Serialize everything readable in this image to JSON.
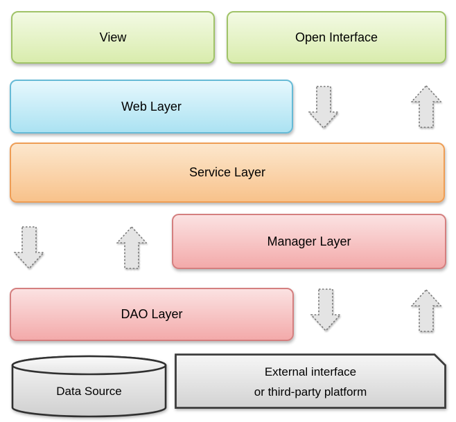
{
  "diagram_type": "layered-architecture-diagram",
  "nodes": {
    "view": {
      "label": "View"
    },
    "open_interface": {
      "label": "Open Interface"
    },
    "web_layer": {
      "label": "Web Layer"
    },
    "service_layer": {
      "label": "Service Layer"
    },
    "manager_layer": {
      "label": "Manager Layer"
    },
    "dao_layer": {
      "label": "DAO Layer"
    },
    "data_source": {
      "label": "Data Source"
    },
    "external_interface": {
      "line1": "External interface",
      "line2": "or third-party platform"
    }
  },
  "arrows": [
    {
      "icon": "down-arrow-icon",
      "location": "right-upper"
    },
    {
      "icon": "up-arrow-icon",
      "location": "right-upper"
    },
    {
      "icon": "down-arrow-icon",
      "location": "left-middle"
    },
    {
      "icon": "up-arrow-icon",
      "location": "left-middle"
    },
    {
      "icon": "down-arrow-icon",
      "location": "right-lower"
    },
    {
      "icon": "up-arrow-icon",
      "location": "right-lower"
    }
  ],
  "colors": {
    "green_top": "#f3fae4",
    "green_bottom": "#d9ecad",
    "green_border": "#a0c368",
    "blue_top": "#e6f8fd",
    "blue_bottom": "#abe2f2",
    "blue_border": "#66bad6",
    "orange_top": "#fce7cd",
    "orange_bottom": "#f8c28b",
    "orange_border": "#ee9d55",
    "pink_top": "#fbe2e2",
    "pink_bottom": "#f3aaaa",
    "pink_border": "#d47f7f",
    "arrow_fill": "#e4e4e4",
    "arrow_border": "#777777",
    "gray_top": "#f6f6f6",
    "gray_bottom": "#d2d2d2",
    "gray_border": "#3c3c3c"
  }
}
